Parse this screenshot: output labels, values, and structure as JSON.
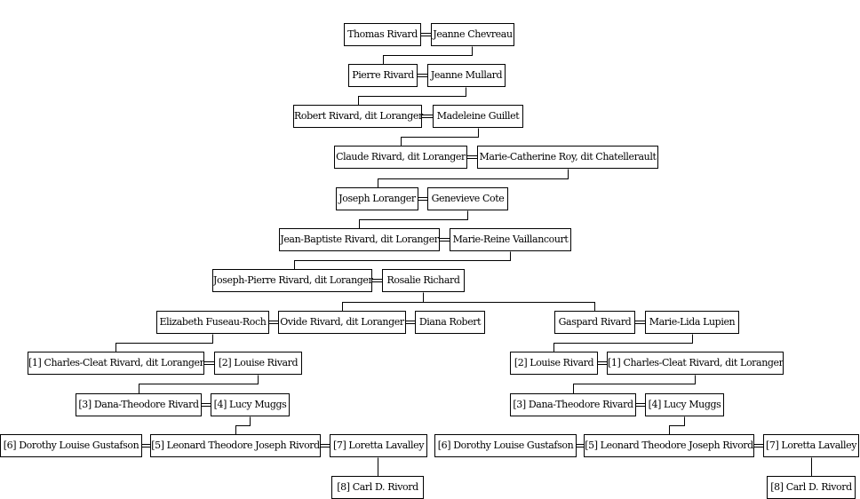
{
  "nodes": {
    "n1": "Thomas Rivard",
    "n2": "Jeanne Chevreau",
    "n3": "Pierre Rivard",
    "n4": "Jeanne Mullard",
    "n5": "Robert Rivard, dit Loranger",
    "n6": "Madeleine Guillet",
    "n7": "Claude Rivard, dit Loranger",
    "n8": "Marie-Catherine Roy, dit Chatellerault",
    "n9": "Joseph Loranger",
    "n10": "Genevieve Cote",
    "n11": "Jean-Baptiste Rivard, dit Loranger",
    "n12": "Marie-Reine Vaillancourt",
    "n13": "Joseph-Pierre Rivard, dit Loranger",
    "n14": "Rosalie Richard",
    "n15": "Elizabeth Fuseau-Roch",
    "n16": "Ovide Rivard, dit Loranger",
    "n17": "Diana Robert",
    "n18": "Gaspard Rivard",
    "n19": "Marie-Lida Lupien",
    "n20": "[1] Charles-Cleat Rivard, dit Loranger",
    "n21": "[2] Louise Rivard",
    "n22": "[2] Louise Rivard",
    "n23": "[1] Charles-Cleat Rivard, dit Loranger",
    "n24": "[3] Dana-Theodore Rivard",
    "n25": "[4] Lucy Muggs",
    "n26": "[3] Dana-Theodore Rivard",
    "n27": "[4] Lucy Muggs",
    "n28": "[6] Dorothy Louise Gustafson",
    "n29": "[5] Leonard Theodore Joseph Rivord",
    "n30": "[7] Loretta Lavalley",
    "n31": "[6] Dorothy Louise Gustafson",
    "n32": "[5] Leonard Theodore Joseph Rivord",
    "n33": "[7] Loretta Lavalley",
    "n34": "[8] Carl D. Rivord",
    "n35": "[8] Carl D. Rivord"
  }
}
